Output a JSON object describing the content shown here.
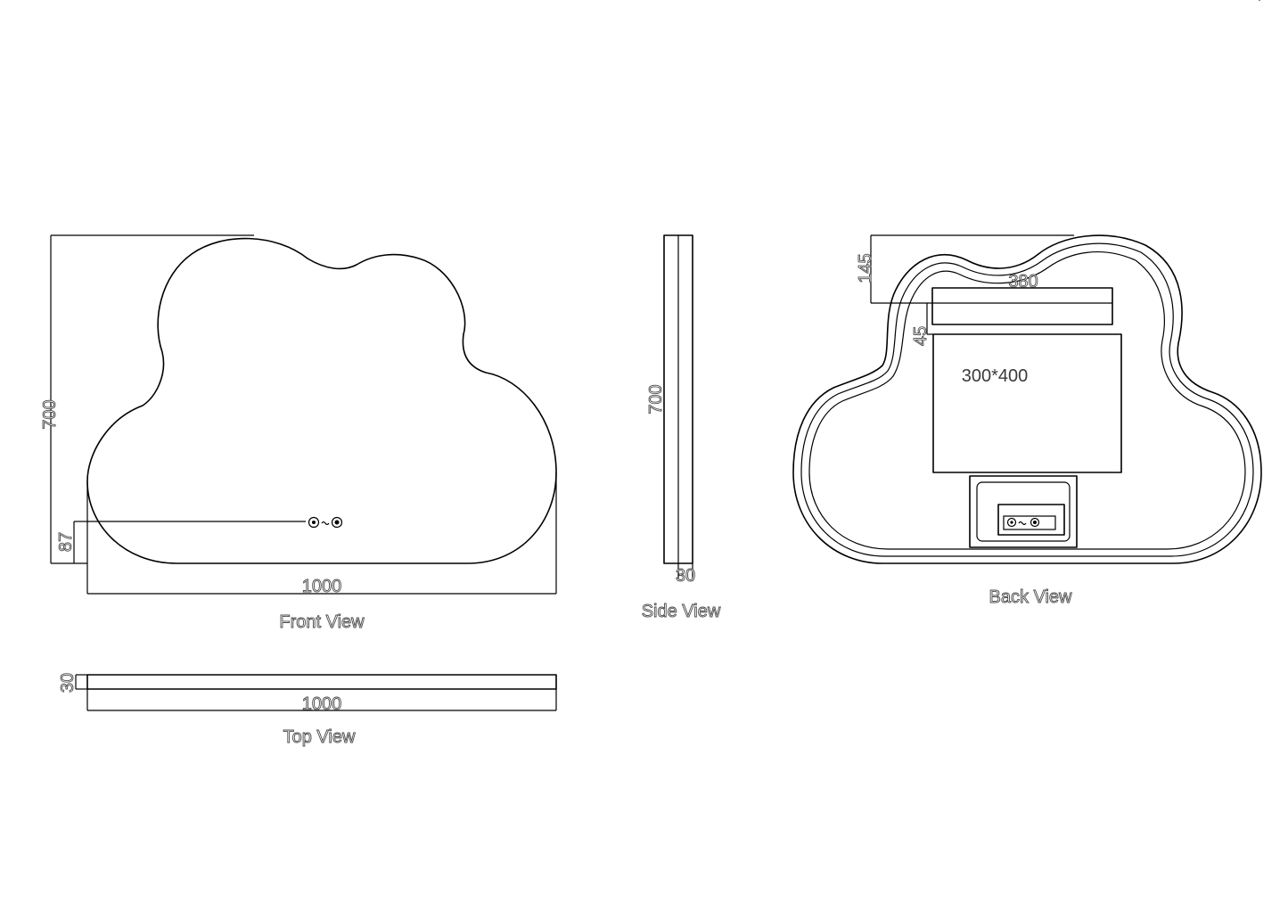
{
  "views": {
    "front": "Front View",
    "side": "Side View",
    "back": "Back View",
    "top": "Top View"
  },
  "dimensions": {
    "front_height": "700",
    "front_width": "1000",
    "front_switch_height": "87",
    "side_height": "700",
    "side_depth": "30",
    "top_depth": "30",
    "top_width": "1000",
    "back_top_offset": "145",
    "back_bracket_width": "380",
    "back_bracket_gap": "45",
    "back_panel_size": "300*400"
  },
  "icons": {
    "front_controls": [
      "power-icon",
      "defog-icon",
      "dimmer-icon"
    ],
    "back_controls": [
      "power-icon",
      "defog-icon",
      "dimmer-icon"
    ]
  }
}
